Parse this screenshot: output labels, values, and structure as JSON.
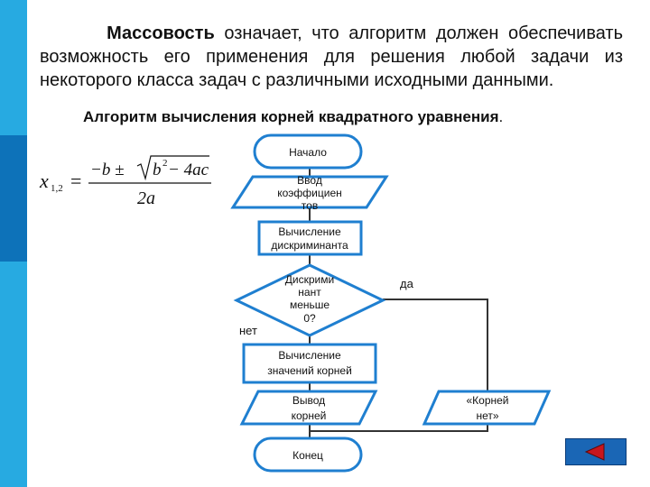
{
  "slide": {
    "intro_term": "Массовость",
    "intro_rest": " означает, что алгоритм должен обеспечивать возможность его применения для решения любой задачи из некоторого класса задач с различными исходными данными.",
    "subtitle_bold": "Алгоритм вычисления корней квадратного уравнения",
    "subtitle_end": "."
  },
  "formula": {
    "lhs": "x",
    "lhs_sub": "1,2",
    "eq": "=",
    "num_prefix": "−b ± ",
    "radicand_b": "b",
    "radicand_exp": "2",
    "radicand_rest": " − 4ac",
    "denominator": "2a"
  },
  "flowchart": {
    "start": "Начало",
    "input_line1": "Ввод",
    "input_line2": "коэффициен",
    "input_line3": "тов",
    "discr_line1": "Вычисление",
    "discr_line2": "дискриминанта",
    "cond_line1": "Дискрими",
    "cond_line2": "нант",
    "cond_line3": "меньше",
    "cond_line4": "0?",
    "yes_label": "да",
    "no_label": "нет",
    "roots_line1": "Вычисление",
    "roots_line2": "значений корней",
    "output_line1": "Вывод",
    "output_line2": "корней",
    "noroots_line1": "«Корней",
    "noroots_line2": "нет»",
    "end": "Конец"
  },
  "colors": {
    "sidebar": "#27aae1",
    "shape_stroke": "#1f7fd0",
    "line": "#333333",
    "nav_button": "#1a66b5"
  },
  "nav": {
    "back_icon": "triangle-left-icon"
  }
}
